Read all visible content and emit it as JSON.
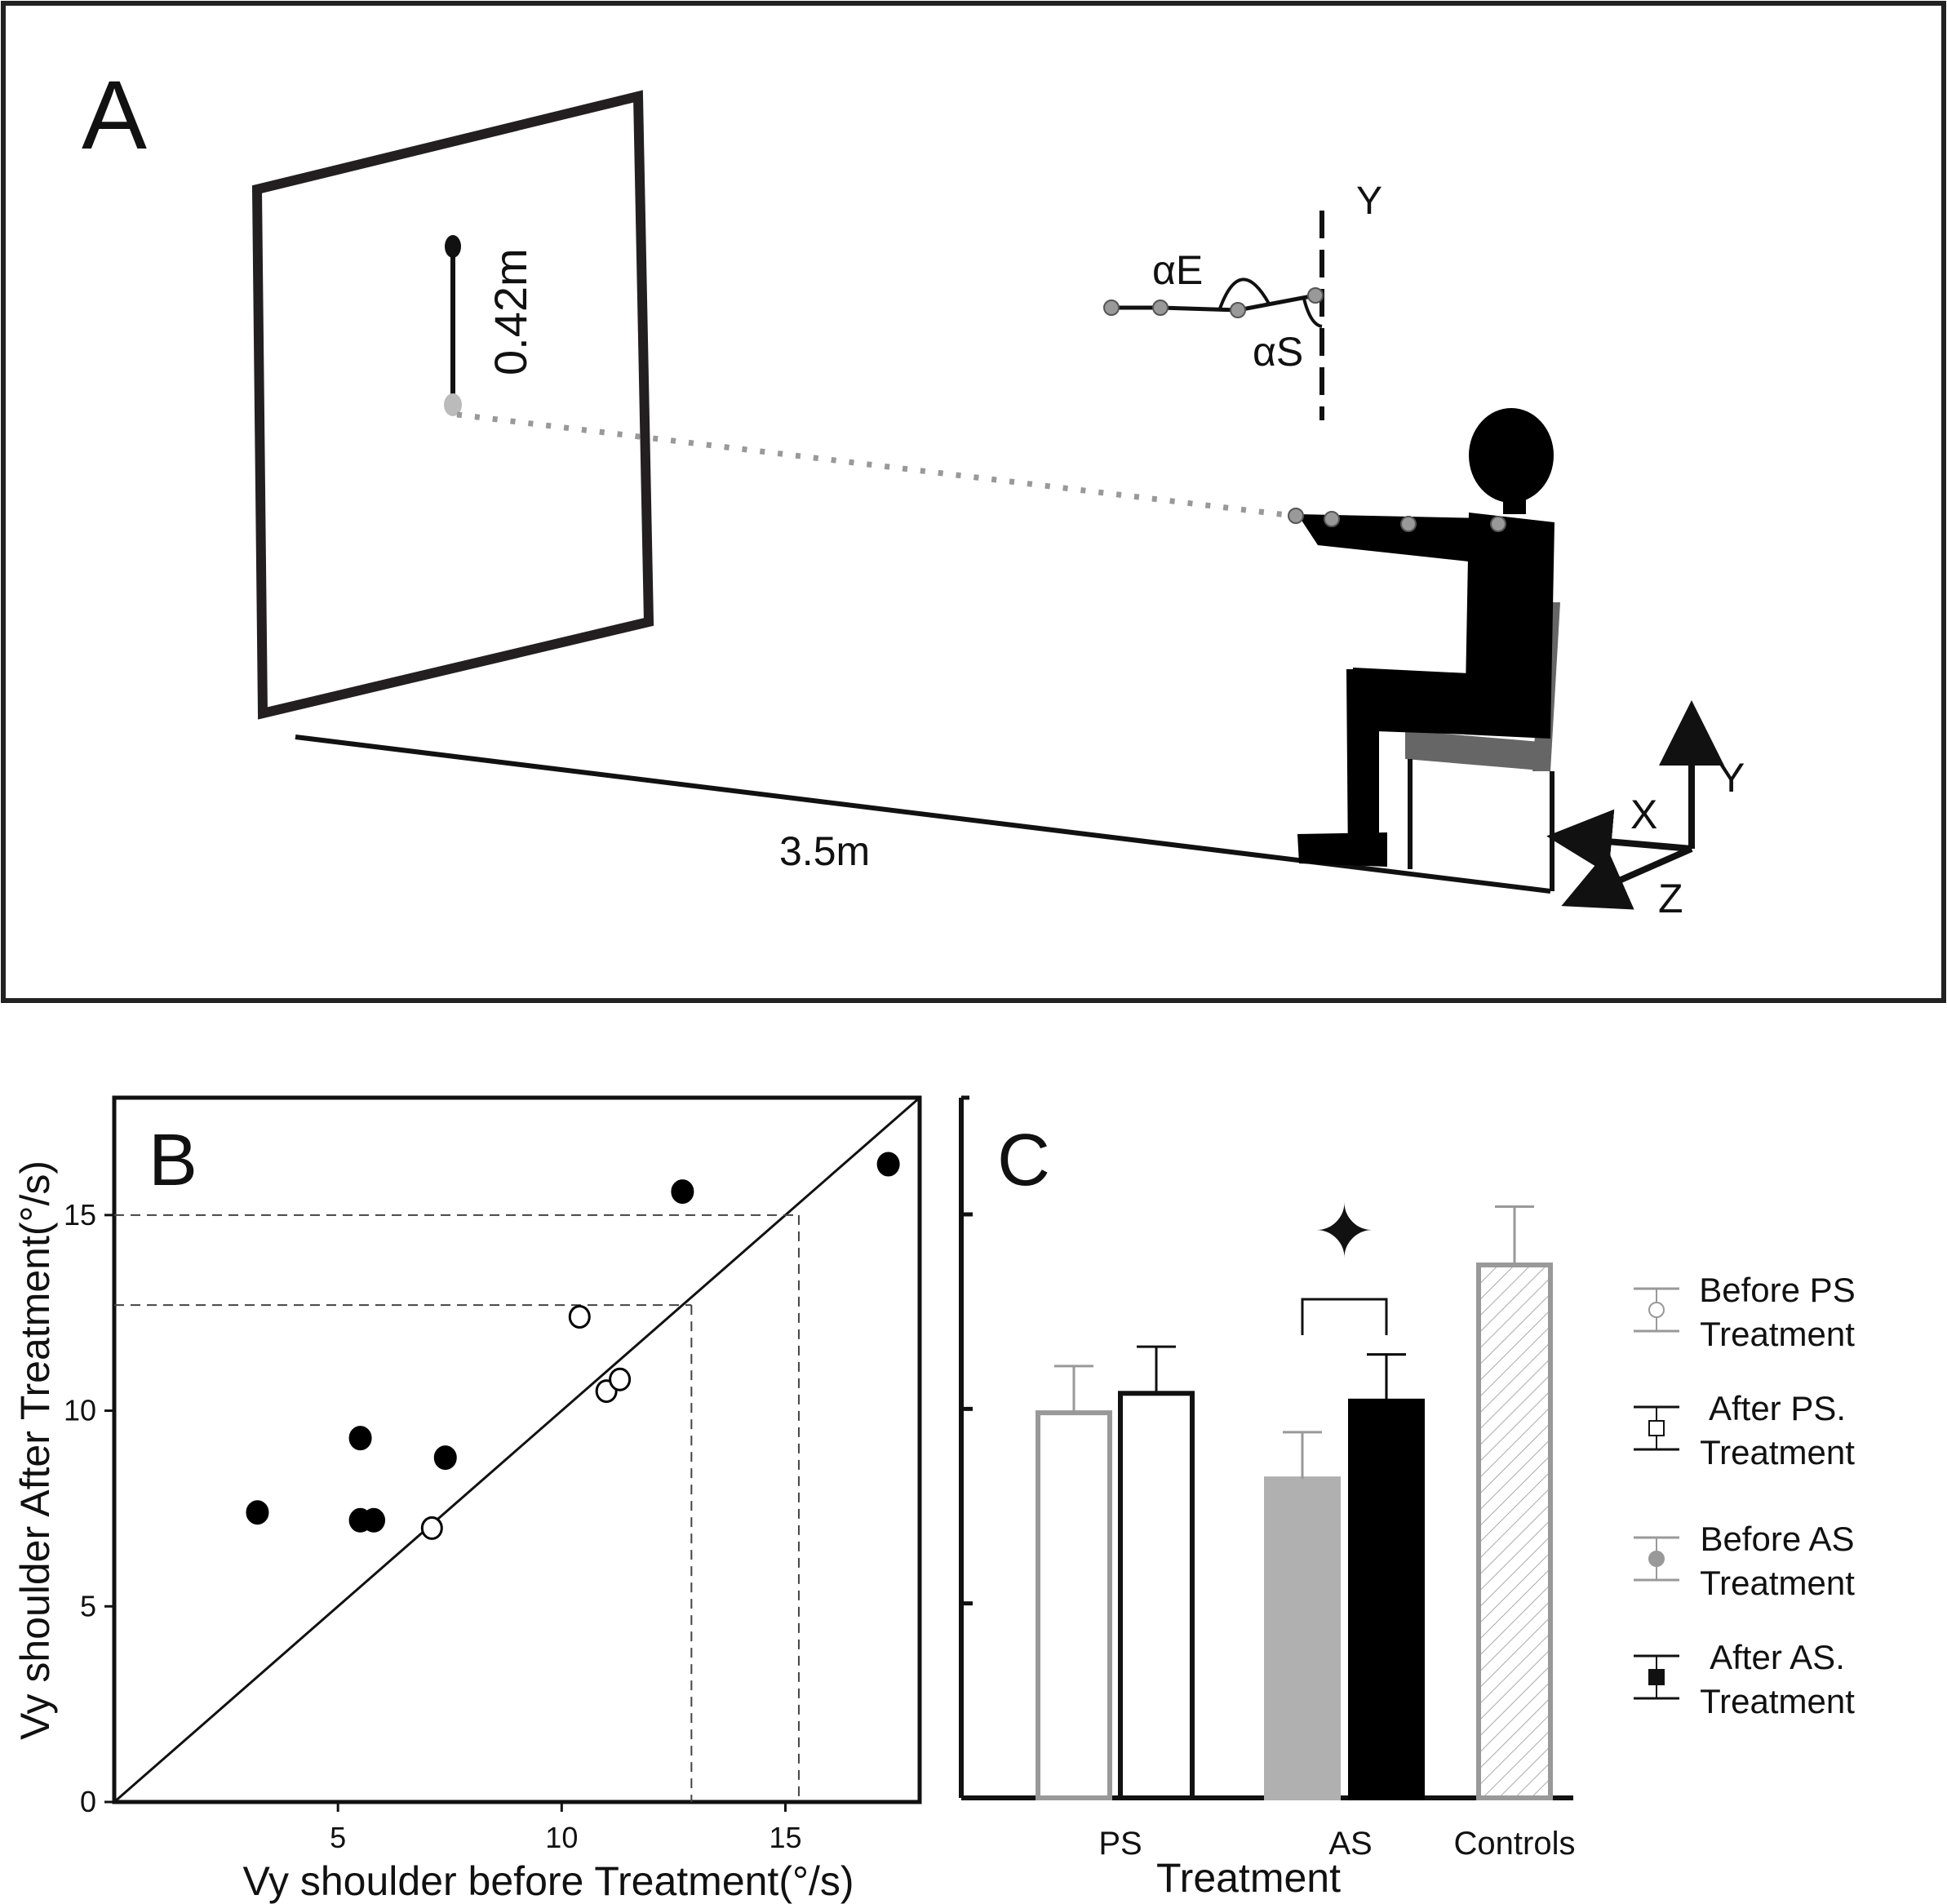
{
  "panel_a": {
    "label": "A",
    "target_length": "0.42m",
    "distance": "3.5m",
    "alpha_e": "αE",
    "alpha_s": "αS",
    "axis_y_top": "Y",
    "axes": {
      "y": "Y",
      "x": "X",
      "z": "Z"
    }
  },
  "chart_data": [
    {
      "type": "scatter",
      "panel_label": "B",
      "xlabel": "Vy shoulder before Treatment(°/s)",
      "ylabel": "Vy shoulder After Treatment(°/s)",
      "xlim": [
        0,
        18
      ],
      "ylim": [
        0,
        18
      ],
      "x_ticks": [
        "5",
        "10",
        "15"
      ],
      "y_ticks": [
        "0",
        "5",
        "10",
        "15"
      ],
      "identity_line": true,
      "reference_lines": [
        {
          "x": 12.9,
          "y": 12.7
        },
        {
          "x": 15.3,
          "y": 15.0
        }
      ],
      "series": [
        {
          "marker": "filled",
          "points": [
            [
              3.2,
              7.4
            ],
            [
              5.5,
              9.3
            ],
            [
              5.5,
              7.2
            ],
            [
              5.8,
              7.2
            ],
            [
              7.4,
              8.8
            ],
            [
              12.7,
              15.6
            ],
            [
              17.3,
              16.3
            ]
          ]
        },
        {
          "marker": "open",
          "points": [
            [
              7.1,
              7.0
            ],
            [
              10.4,
              12.4
            ],
            [
              11.0,
              10.5
            ],
            [
              11.3,
              10.8
            ]
          ]
        }
      ]
    },
    {
      "type": "bar",
      "panel_label": "C",
      "xlabel": "Treatment",
      "categories": [
        "PS",
        "AS",
        "Controls"
      ],
      "ylim": [
        0,
        18
      ],
      "significance_marker": "✦",
      "bars": [
        {
          "group": "PS",
          "series": "Before PS Treatment",
          "value": 9.9,
          "err": 1.2,
          "fill": "#ffffff",
          "stroke": "#999999"
        },
        {
          "group": "PS",
          "series": "After PS. Treatment",
          "value": 10.4,
          "err": 1.2,
          "fill": "#ffffff",
          "stroke": "#111111"
        },
        {
          "group": "AS",
          "series": "Before AS Treatment",
          "value": 8.2,
          "err": 1.2,
          "fill": "#b0b0b0",
          "stroke": "#b0b0b0"
        },
        {
          "group": "AS",
          "series": "After AS. Treatment",
          "value": 10.2,
          "err": 1.2,
          "fill": "#000000",
          "stroke": "#000000"
        },
        {
          "group": "Controls",
          "series": "Controls",
          "value": 13.7,
          "err": 1.5,
          "fill": "hatch",
          "stroke": "#999999"
        }
      ],
      "legend": [
        {
          "line1": "Before PS",
          "line2": "Treatment",
          "marker": "open-circle",
          "color": "#999999"
        },
        {
          "line1": "After PS.",
          "line2": "Treatment",
          "marker": "open-square",
          "color": "#111111"
        },
        {
          "line1": "Before AS",
          "line2": "Treatment",
          "marker": "filled-circle",
          "color": "#999999"
        },
        {
          "line1": "After AS.",
          "line2": "Treatment",
          "marker": "filled-square",
          "color": "#111111"
        }
      ]
    }
  ]
}
